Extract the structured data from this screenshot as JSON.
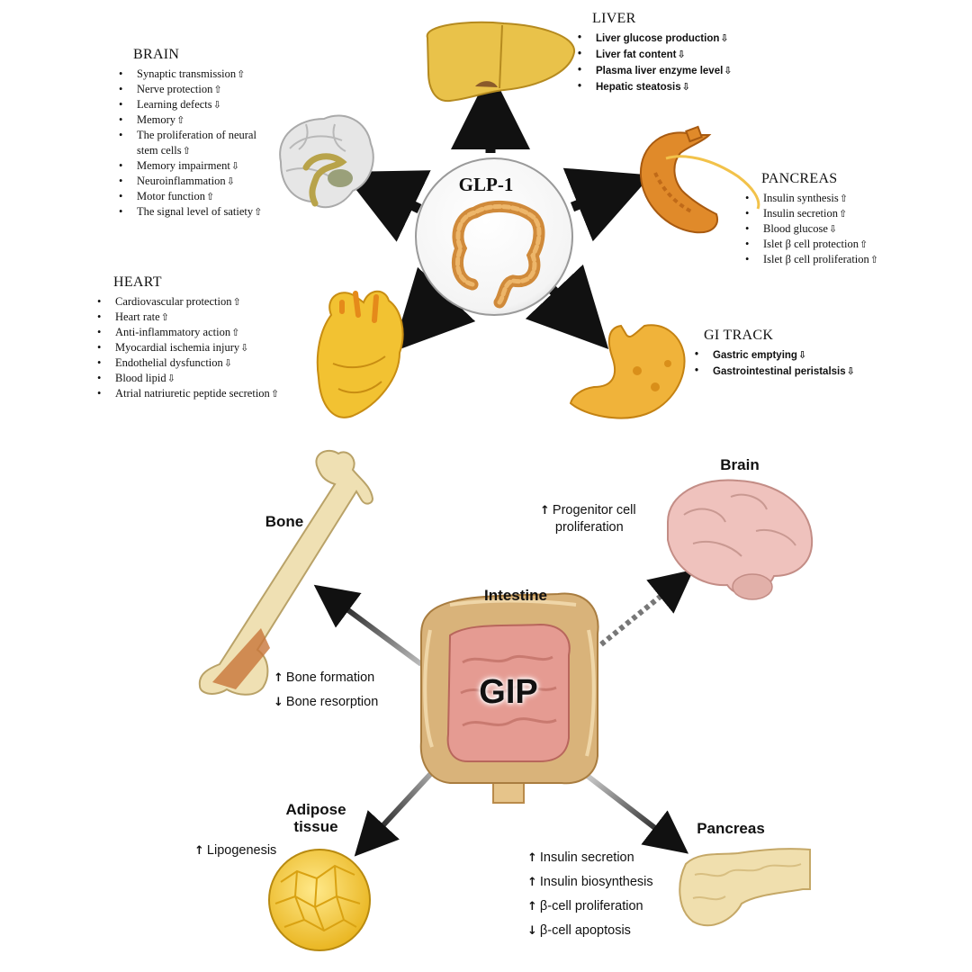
{
  "glp1": {
    "title": "GLP-1",
    "brain": {
      "title": "BRAIN",
      "items": [
        {
          "text": "Synaptic transmission",
          "dir": "⇧"
        },
        {
          "text": "Nerve protection",
          "dir": "⇧"
        },
        {
          "text": "Learning defects",
          "dir": "⇩"
        },
        {
          "text": "Memory",
          "dir": "⇧"
        },
        {
          "text": "The proliferation of neural",
          "dir": ""
        },
        {
          "text": "stem cells",
          "dir": "⇧"
        },
        {
          "text": "Memory impairment",
          "dir": "⇩"
        },
        {
          "text": "Neuroinflammation",
          "dir": "⇩"
        },
        {
          "text": "Motor function",
          "dir": "⇧"
        },
        {
          "text": "The signal level of satiety",
          "dir": "⇧"
        }
      ]
    },
    "liver": {
      "title": "LIVER",
      "items": [
        {
          "text": "Liver glucose production",
          "dir": "⇩"
        },
        {
          "text": "Liver fat content",
          "dir": "⇩"
        },
        {
          "text": "Plasma liver enzyme level",
          "dir": "⇩"
        },
        {
          "text": "Hepatic steatosis",
          "dir": "⇩"
        }
      ]
    },
    "pancreas": {
      "title": "PANCREAS",
      "items": [
        {
          "text": "Insulin synthesis",
          "dir": "⇧"
        },
        {
          "text": "Insulin secretion",
          "dir": "⇧"
        },
        {
          "text": "Blood glucose",
          "dir": "⇩"
        },
        {
          "text": "Islet β cell protection",
          "dir": "⇧"
        },
        {
          "text": "Islet β cell proliferation",
          "dir": "⇧"
        }
      ]
    },
    "heart": {
      "title": "HEART",
      "items": [
        {
          "text": "Cardiovascular protection",
          "dir": "⇧"
        },
        {
          "text": "Heart rate",
          "dir": "⇧"
        },
        {
          "text": "Anti-inflammatory action",
          "dir": "⇧"
        },
        {
          "text": "Myocardial ischemia injury",
          "dir": "⇩"
        },
        {
          "text": "Endothelial dysfunction",
          "dir": "⇩"
        },
        {
          "text": "Blood lipid",
          "dir": "⇩"
        },
        {
          "text": "Atrial natriuretic peptide secretion",
          "dir": "⇧"
        }
      ]
    },
    "gi": {
      "title": "GI TRACK",
      "items": [
        {
          "text": "Gastric emptying",
          "dir": "⇩"
        },
        {
          "text": "Gastrointestinal peristalsis",
          "dir": "⇩"
        }
      ]
    }
  },
  "gip": {
    "title": "GIP",
    "intestine_label": "Intestine",
    "bone": {
      "label": "Bone",
      "effects": [
        {
          "arrow": "↑",
          "text": "Bone formation"
        },
        {
          "arrow": "↓",
          "text": "Bone resorption"
        }
      ]
    },
    "brain": {
      "label": "Brain",
      "effects": [
        {
          "arrow": "↑",
          "text": "Progenitor cell"
        },
        {
          "arrow": "",
          "text": "proliferation"
        }
      ]
    },
    "adipose": {
      "label_line1": "Adipose",
      "label_line2": "tissue",
      "effects": [
        {
          "arrow": "↑",
          "text": "Lipogenesis"
        }
      ]
    },
    "pancreas": {
      "label": "Pancreas",
      "effects": [
        {
          "arrow": "↑",
          "text": "Insulin secretion"
        },
        {
          "arrow": "↑",
          "text": "Insulin biosynthesis"
        },
        {
          "arrow": "↑",
          "text": "β-cell proliferation"
        },
        {
          "arrow": "↓",
          "text": "β-cell apoptosis"
        }
      ]
    }
  },
  "colors": {
    "organ_orange": "#e8962e",
    "liver_gold": "#e9c24a",
    "heart_yellow": "#f2c232",
    "stomach_yellow": "#f0b33a",
    "intestine_pink": "#e59b92",
    "colon_tan": "#d9b37a",
    "bone_cream": "#efe0b3",
    "adipose_yellow": "#f4cf3a",
    "brain_pink": "#efc2bd",
    "arrow": "#111111"
  }
}
